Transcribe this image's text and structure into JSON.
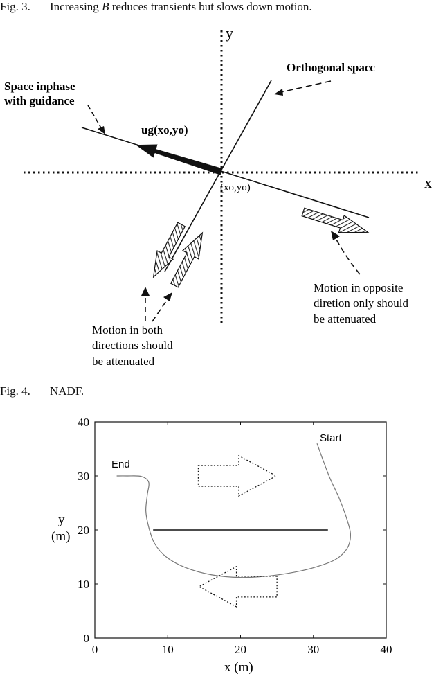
{
  "fig3": {
    "number": "Fig. 3.",
    "caption_pre": "Increasing",
    "caption_var": "B",
    "caption_post": "reduces transients but slows down motion."
  },
  "diagram": {
    "axis_y": "y",
    "axis_x": "x",
    "orthogonal": "Orthogonal spacc",
    "inphase_line1": "Space inphase",
    "inphase_line2": "with guidance",
    "ug": "ug(xo,yo)",
    "origin": "(xo,yo)",
    "opposite_line1": "Motion in opposite",
    "opposite_line2": "diretion only should",
    "opposite_line3": "be attenuated",
    "both_line1": "Motion in both",
    "both_line2": "directions should",
    "both_line3": "be attenuated"
  },
  "fig4": {
    "number": "Fig. 4.",
    "caption": "NADF."
  },
  "chart_data": {
    "type": "line",
    "xlabel": "x (m)",
    "ylabel_line1": "y",
    "ylabel_line2": "(m)",
    "xlim": [
      0,
      40
    ],
    "ylim": [
      0,
      40
    ],
    "xticks": [
      0,
      10,
      20,
      30,
      40
    ],
    "yticks": [
      0,
      10,
      20,
      30,
      40
    ],
    "grid": false,
    "annotations": {
      "start": "Start",
      "end": "End"
    },
    "series": [
      {
        "x": [
          15.2,
          18.0,
          21.0,
          24.0,
          26.8
        ],
        "y": [
          11.3,
          11.6,
          11.2,
          10.8,
          10.9
        ],
        "role": "trajectory"
      }
    ],
    "trajectory": {
      "x": [
        30.5,
        31.3,
        32.3,
        33.5,
        34.6,
        35.1,
        34.6,
        33.0,
        30.5,
        27.5,
        24.0,
        20.0,
        16.0,
        12.5,
        9.8,
        8.2,
        7.4,
        7.0,
        7.2,
        7.4,
        6.4,
        4.4,
        3.0
      ],
      "y": [
        36.0,
        33.0,
        29.5,
        26.0,
        22.0,
        19.0,
        16.5,
        14.5,
        13.2,
        12.2,
        11.5,
        11.2,
        11.7,
        13.0,
        15.0,
        17.5,
        20.5,
        23.5,
        26.5,
        28.8,
        29.9,
        30.0,
        30.0
      ]
    },
    "obstacle": {
      "x": [
        8,
        32
      ],
      "y": [
        20,
        20
      ]
    },
    "arrows": [
      {
        "direction": "right",
        "x_from": 14.2,
        "x_to": 24.9,
        "y": 30.0
      },
      {
        "direction": "left",
        "x_from": 25.0,
        "x_to": 14.3,
        "y": 9.5
      }
    ]
  }
}
